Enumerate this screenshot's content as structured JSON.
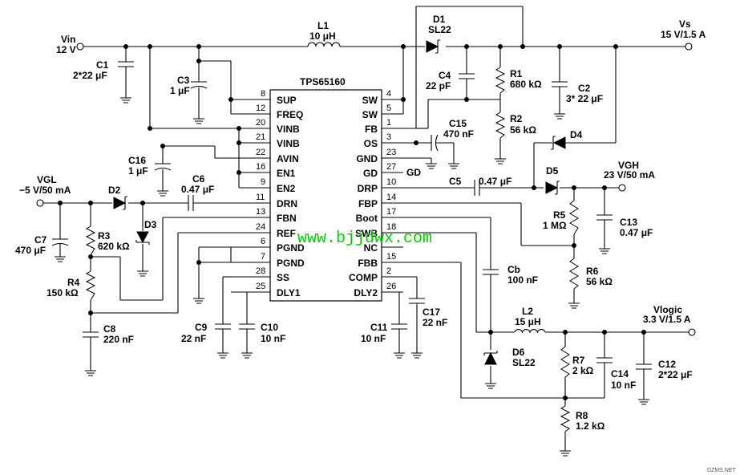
{
  "ic": {
    "name": "TPS65160",
    "left_pins": [
      {
        "num": "8",
        "name": "SUP"
      },
      {
        "num": "12",
        "name": "FREQ"
      },
      {
        "num": "20",
        "name": "VINB"
      },
      {
        "num": "21",
        "name": "VINB"
      },
      {
        "num": "22",
        "name": "AVIN"
      },
      {
        "num": "16",
        "name": "EN1"
      },
      {
        "num": "9",
        "name": "EN2"
      },
      {
        "num": "11",
        "name": "DRN"
      },
      {
        "num": "13",
        "name": "FBN"
      },
      {
        "num": "24",
        "name": "REF"
      },
      {
        "num": "6",
        "name": "PGND"
      },
      {
        "num": "7",
        "name": "PGND"
      },
      {
        "num": "28",
        "name": "SS"
      },
      {
        "num": "25",
        "name": "DLY1"
      }
    ],
    "right_pins": [
      {
        "num": "4",
        "name": "SW"
      },
      {
        "num": "5",
        "name": "SW"
      },
      {
        "num": "1",
        "name": "FB"
      },
      {
        "num": "3",
        "name": "OS"
      },
      {
        "num": "23",
        "name": "GND"
      },
      {
        "num": "27",
        "name": "GD"
      },
      {
        "num": "10",
        "name": "DRP"
      },
      {
        "num": "14",
        "name": "FBP"
      },
      {
        "num": "17",
        "name": "Boot"
      },
      {
        "num": "18",
        "name": "SWB"
      },
      {
        "num": "",
        "name": "NC"
      },
      {
        "num": "15",
        "name": "FBB"
      },
      {
        "num": "2",
        "name": "COMP"
      },
      {
        "num": "26",
        "name": "DLY2"
      }
    ]
  },
  "nets": {
    "vin_name": "Vin",
    "vin_value": "12 V",
    "vs_name": "Vs",
    "vs_value": "15 V/1.5 A",
    "vgl_name": "VGL",
    "vgl_value": "−5 V/50 mA",
    "vgh_name": "VGH",
    "vgh_value": "23 V/50 mA",
    "vlogic_name": "Vlogic",
    "vlogic_value": "3.3 V/1.5 A",
    "gd_label": "GD"
  },
  "components": {
    "L1": {
      "name": "L1",
      "value": "10 μH"
    },
    "D1": {
      "name": "D1",
      "value": "SL22"
    },
    "C1": {
      "name": "C1",
      "value": "2*22 μF"
    },
    "C3": {
      "name": "C3",
      "value": "1 μF"
    },
    "C4": {
      "name": "C4",
      "value": "22 pF"
    },
    "R1": {
      "name": "R1",
      "value": "680 kΩ"
    },
    "R2": {
      "name": "R2",
      "value": "56 kΩ"
    },
    "C2": {
      "name": "C2",
      "value": "3* 22 μF"
    },
    "C15": {
      "name": "C15",
      "value": "470 nF"
    },
    "D4": {
      "name": "D4"
    },
    "C16": {
      "name": "C16",
      "value": "1 μF"
    },
    "C6": {
      "name": "C6",
      "value": "0.47 μF"
    },
    "D2": {
      "name": "D2"
    },
    "D3": {
      "name": "D3"
    },
    "C7": {
      "name": "C7",
      "value": "470 μF"
    },
    "R3": {
      "name": "R3",
      "value": "620 kΩ"
    },
    "R4": {
      "name": "R4",
      "value": "150 kΩ"
    },
    "C8": {
      "name": "C8",
      "value": "220 nF"
    },
    "C9": {
      "name": "C9",
      "value": "22 nF"
    },
    "C10": {
      "name": "C10",
      "value": "10 nF"
    },
    "C5": {
      "name": "C5",
      "value": "0.47 μF"
    },
    "D5": {
      "name": "D5"
    },
    "R5": {
      "name": "R5",
      "value": "1 MΩ"
    },
    "C13": {
      "name": "C13",
      "value": "0.47 μF"
    },
    "R6": {
      "name": "R6",
      "value": "56 kΩ"
    },
    "Cb": {
      "name": "Cb",
      "value": "100 nF"
    },
    "C11": {
      "name": "C11",
      "value": "10 nF"
    },
    "C17": {
      "name": "C17",
      "value": "22 nF"
    },
    "L2": {
      "name": "L2",
      "value": "15 μH"
    },
    "D6": {
      "name": "D6",
      "value": "SL22"
    },
    "R7": {
      "name": "R7",
      "value": "2 kΩ"
    },
    "C14": {
      "name": "C14",
      "value": "10 nF"
    },
    "C12": {
      "name": "C12",
      "value": "2*22 μF"
    },
    "R8": {
      "name": "R8",
      "value": "1.2 kΩ"
    }
  },
  "watermark": "www.bjjdwx.com",
  "corner_mark": "DZMS.NET",
  "colors": {
    "watermark": "#00cc00",
    "lines": "#000000",
    "background": "#ffffff"
  }
}
